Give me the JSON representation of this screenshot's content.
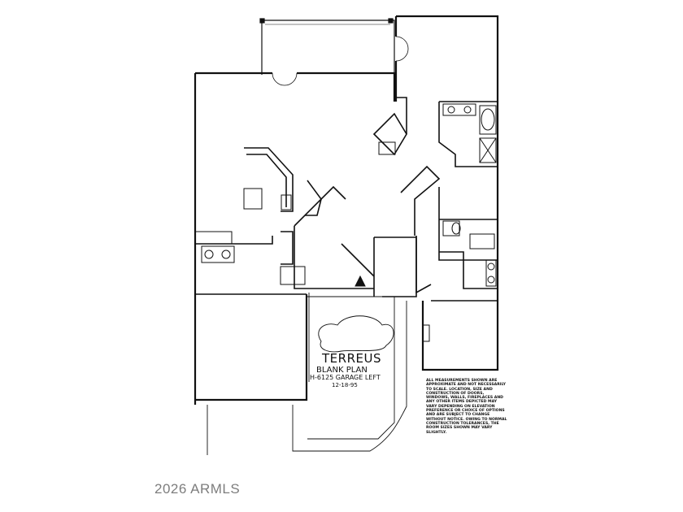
{
  "plan": {
    "title": "TERREUS",
    "subtitle": "BLANK PLAN",
    "model": "H-6125 GARAGE LEFT",
    "date": "12-18-95",
    "notes": "All measurements shown are approximate and not necessarily to scale. Location, size and construction of doors, windows, walls, fireplaces and any other items depicted may vary depending on elevation preference or choice of options and are subject to change without notice. Owing to normal construction tolerances, the room sizes shown may vary slightly."
  },
  "watermark": "2026 ARMLS"
}
